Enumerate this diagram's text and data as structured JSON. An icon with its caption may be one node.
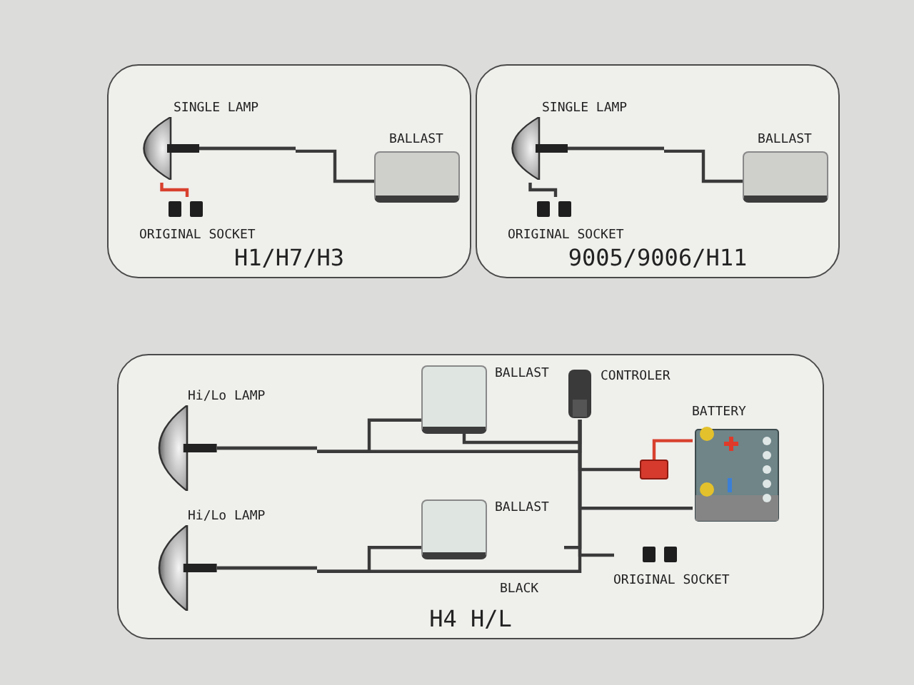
{
  "diagram": {
    "nodes": [
      {
        "text": [
          "H1/H7/H3"
        ]
      },
      {
        "text": [
          "SINGLE LAMP"
        ],
        "in": 0
      },
      {
        "text": [
          "ORIGINAL SOCKET"
        ],
        "in": 0
      },
      {
        "text": [
          "BALLAST"
        ],
        "in": 0
      },
      {
        "text": [
          "9005/9006/H11"
        ]
      },
      {
        "text": [
          "SINGLE LAMP"
        ],
        "in": 4
      },
      {
        "text": [
          "ORIGINAL SOCKET"
        ],
        "in": 4
      },
      {
        "text": [
          "BALLAST"
        ],
        "in": 4
      },
      {
        "text": [
          "H4 H/L"
        ]
      },
      {
        "text": [
          "Hi/Lo LAMP"
        ],
        "in": 8
      },
      {
        "text": [
          "Hi/Lo LAMP"
        ],
        "in": 8
      },
      {
        "text": [
          "BALLAST"
        ],
        "in": 8
      },
      {
        "text": [
          "BALLAST"
        ],
        "in": 8
      },
      {
        "text": [
          "CONTROLER"
        ],
        "in": 8
      },
      {
        "text": [
          "BATTERY"
        ],
        "in": 8
      },
      {
        "text": [],
        "shape": "box",
        "in": 8
      },
      {
        "text": [
          "ORIGINAL SOCKET"
        ],
        "in": 8
      }
    ],
    "edges": [
      {
        "from": 1,
        "to": 3,
        "arrow": "none"
      },
      {
        "from": 1,
        "to": 2,
        "arrow": "none",
        "color": "#d8402e"
      },
      {
        "from": 5,
        "to": 7,
        "arrow": "none"
      },
      {
        "from": 5,
        "to": 6,
        "arrow": "none"
      },
      {
        "from": 9,
        "to": 11,
        "arrow": "none"
      },
      {
        "from": 10,
        "to": 12,
        "arrow": "none"
      },
      {
        "from": 9,
        "to": 13,
        "arrow": "none"
      },
      {
        "from": 10,
        "to": 13,
        "arrow": "none"
      },
      {
        "from": 11,
        "to": 13,
        "arrow": "none"
      },
      {
        "from": 12,
        "to": 13,
        "arrow": "none"
      },
      {
        "from": 13,
        "to": 16,
        "arrow": "none"
      },
      {
        "from": 13,
        "to": 15,
        "arrow": "none"
      },
      {
        "from": 15,
        "to": 14,
        "arrow": "none",
        "color": "#d8402e"
      },
      {
        "from": 13,
        "to": 14,
        "arrow": "none"
      }
    ],
    "labels": [
      "BLACK"
    ]
  }
}
